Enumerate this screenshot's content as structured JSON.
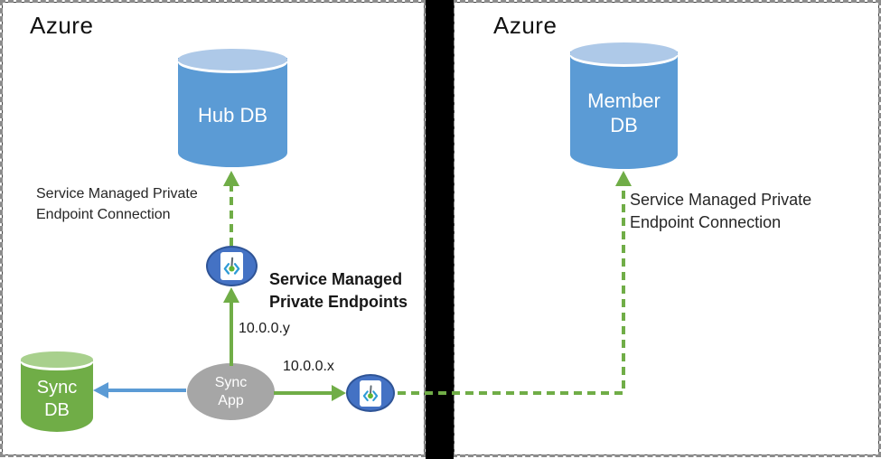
{
  "regions": {
    "left": {
      "title": "Azure",
      "hub_db_label": "Hub DB",
      "sync_db_label_line1": "Sync",
      "sync_db_label_line2": "DB",
      "sync_app_label_line1": "Sync",
      "sync_app_label_line2": "App",
      "connection_label_line1": "Service Managed Private",
      "connection_label_line2": "Endpoint Connection",
      "endpoints_title_line1": "Service Managed",
      "endpoints_title_line2": "Private Endpoints",
      "ip_label_y": "10.0.0.y",
      "ip_label_x": "10.0.0.x"
    },
    "right": {
      "title": "Azure",
      "member_db_label_line1": "Member",
      "member_db_label_line2": "DB",
      "connection_label_line1": "Service Managed Private",
      "connection_label_line2": "Endpoint Connection"
    }
  },
  "icons": {
    "private_endpoint": "private-endpoint-icon"
  },
  "colors": {
    "db_blue": "#5b9bd5",
    "db_blue_top": "#aec9e8",
    "db_green": "#70ad47",
    "db_green_top": "#a8d08d",
    "app_gray": "#a6a6a6",
    "endpoint_fill": "#4472c4",
    "endpoint_border": "#2f5496",
    "arrow_green": "#70ad47",
    "arrow_blue": "#5b9bd5",
    "divider_black": "#000000"
  }
}
